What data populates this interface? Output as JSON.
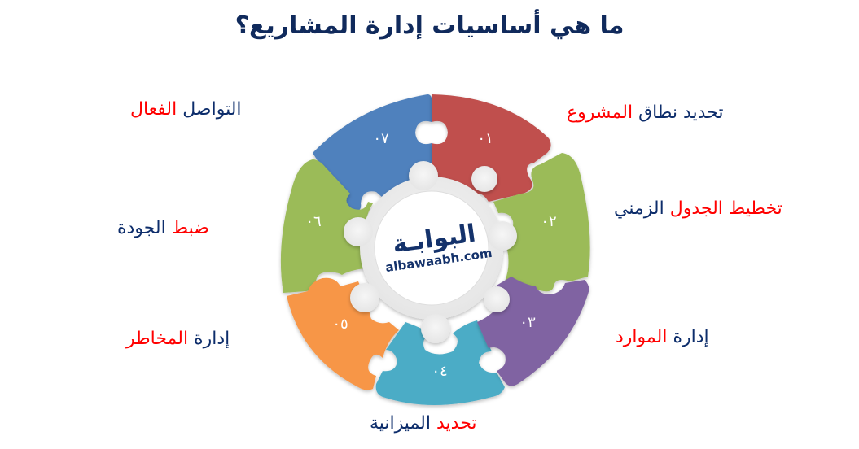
{
  "title": "ما هي أساسيات إدارة المشاريع؟",
  "colors": {
    "title": "#102a5c",
    "text_navy": "#0d2d6b",
    "text_red": "#ff0000",
    "piece_01": "#c0504d",
    "piece_02": "#9bbb59",
    "piece_03": "#8064a2",
    "piece_04": "#4bacc6",
    "piece_05": "#f79646",
    "piece_06": "#9bbb59",
    "piece_07": "#4f81bd",
    "center": "#ededed"
  },
  "pieces": [
    {
      "number": "٠١",
      "label_navy": "تحديد نطاق",
      "label_red": "المشروع"
    },
    {
      "number": "٠٢",
      "label_red": "تخطيط الجدول",
      "label_navy": "الزمني"
    },
    {
      "number": "٠٣",
      "label_navy": "إدارة",
      "label_red": "الموارد"
    },
    {
      "number": "٠٤",
      "label_red": "تحديد",
      "label_navy": "الميزانية"
    },
    {
      "number": "٠٥",
      "label_navy": "إدارة",
      "label_red": "المخاطر"
    },
    {
      "number": "٠٦",
      "label_red": "ضبط",
      "label_navy": "الجودة"
    },
    {
      "number": "٠٧",
      "label_navy": "التواصل",
      "label_red": "الفعال"
    }
  ],
  "logo": {
    "arabic": "البوابـة",
    "url": "albawaabh.com"
  }
}
